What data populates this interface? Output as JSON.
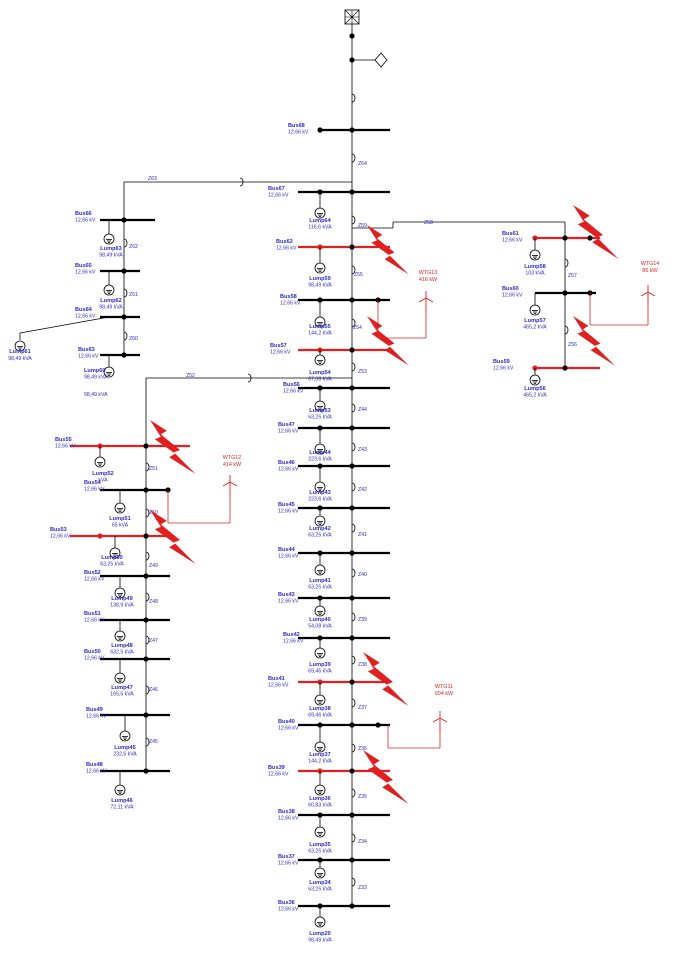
{
  "source": {
    "label": ""
  },
  "buses": [
    {
      "id": "bus68",
      "name": "Bus68",
      "kv": "12,66 kV",
      "red": false
    },
    {
      "id": "bus67",
      "name": "Bus67",
      "kv": "12,66 kV",
      "red": false
    },
    {
      "id": "bus62",
      "name": "Bus62",
      "kv": "12,66 kV",
      "red": true
    },
    {
      "id": "bus58",
      "name": "Bus58",
      "kv": "12,66 kV",
      "red": false
    },
    {
      "id": "bus57",
      "name": "Bus57",
      "kv": "12,66 kV",
      "red": true
    },
    {
      "id": "bus56",
      "name": "Bus56",
      "kv": "12,66 kV",
      "red": false
    },
    {
      "id": "bus47",
      "name": "Bus47",
      "kv": "12,66 kV",
      "red": false
    },
    {
      "id": "bus46",
      "name": "Bus46",
      "kv": "12,66 kV",
      "red": false
    },
    {
      "id": "bus45",
      "name": "Bus45",
      "kv": "12,66 kV",
      "red": false
    },
    {
      "id": "bus44",
      "name": "Bus44",
      "kv": "12,66 kV",
      "red": false
    },
    {
      "id": "bus43",
      "name": "Bus43",
      "kv": "12,66 kV",
      "red": false
    },
    {
      "id": "bus42",
      "name": "Bus42",
      "kv": "12,66 kV",
      "red": false
    },
    {
      "id": "bus41",
      "name": "Bus41",
      "kv": "12,66 kV",
      "red": true
    },
    {
      "id": "bus40",
      "name": "Bus40",
      "kv": "12,66 kV",
      "red": false
    },
    {
      "id": "bus39",
      "name": "Bus39",
      "kv": "12,66 kV",
      "red": true
    },
    {
      "id": "bus38",
      "name": "Bus38",
      "kv": "12,66 kV",
      "red": false
    },
    {
      "id": "bus37",
      "name": "Bus37",
      "kv": "12,66 kV",
      "red": false
    },
    {
      "id": "bus36",
      "name": "Bus36",
      "kv": "12,66 kV",
      "red": false
    },
    {
      "id": "bus66",
      "name": "Bus66",
      "kv": "12,66 kV",
      "red": false
    },
    {
      "id": "bus65",
      "name": "Bus65",
      "kv": "12,66 kV",
      "red": false
    },
    {
      "id": "bus64",
      "name": "Bus64",
      "kv": "12,66 kV",
      "red": false
    },
    {
      "id": "bus63",
      "name": "Bus63",
      "kv": "12,66 kV",
      "red": false
    },
    {
      "id": "bus61",
      "name": "Bus61",
      "kv": "12,66 kV",
      "red": true
    },
    {
      "id": "bus60",
      "name": "Bus60",
      "kv": "12,66 kV",
      "red": false
    },
    {
      "id": "bus59",
      "name": "Bus59",
      "kv": "12,66 kV",
      "red": true
    },
    {
      "id": "bus55",
      "name": "Bus55",
      "kv": "12,66 kV",
      "red": true
    },
    {
      "id": "bus54",
      "name": "Bus54",
      "kv": "12,66 kV",
      "red": false
    },
    {
      "id": "bus53",
      "name": "Bus53",
      "kv": "12,66 kV",
      "red": true
    },
    {
      "id": "bus52",
      "name": "Bus52",
      "kv": "12,66 kV",
      "red": false
    },
    {
      "id": "bus51",
      "name": "Bus51",
      "kv": "12,66 kV",
      "red": false
    },
    {
      "id": "bus50",
      "name": "Bus50",
      "kv": "12,66 kV",
      "red": false
    },
    {
      "id": "bus49",
      "name": "Bus49",
      "kv": "12,66 kV",
      "red": false
    },
    {
      "id": "bus48",
      "name": "Bus48",
      "kv": "12,66 kV",
      "red": false
    }
  ],
  "loads": [
    {
      "id": "lump64",
      "name": "Lump64",
      "kva": "116,6 kVA"
    },
    {
      "id": "lump59",
      "name": "Lump59",
      "kva": "98,49 kVA"
    },
    {
      "id": "lump55",
      "name": "Lump55",
      "kva": "144,2 kVA"
    },
    {
      "id": "lump54",
      "name": "Lump54",
      "kva": "67,08 kVA"
    },
    {
      "id": "lump53",
      "name": "Lump53",
      "kva": "63,25 kVA"
    },
    {
      "id": "lump44",
      "name": "Lump44",
      "kva": "223,6 kVA"
    },
    {
      "id": "lump43",
      "name": "Lump43",
      "kva": "223,6 kVA"
    },
    {
      "id": "lump42",
      "name": "Lump42",
      "kva": "63,25 kVA"
    },
    {
      "id": "lump41",
      "name": "Lump41",
      "kva": "63,25 kVA"
    },
    {
      "id": "lump40",
      "name": "Lump40",
      "kva": "54,08 kVA"
    },
    {
      "id": "lump39",
      "name": "Lump39",
      "kva": "69,46 kVA"
    },
    {
      "id": "lump38",
      "name": "Lump38",
      "kva": "69,46 kVA"
    },
    {
      "id": "lump37",
      "name": "Lump37",
      "kva": "144,2 kVA"
    },
    {
      "id": "lump36",
      "name": "Lump36",
      "kva": "60,83 kVA"
    },
    {
      "id": "lump35",
      "name": "Lump35",
      "kva": "63,25 kVA"
    },
    {
      "id": "lump34",
      "name": "Lump34",
      "kva": "63,25 kVA"
    },
    {
      "id": "lump20",
      "name": "Lump20",
      "kva": "98,49 kVA"
    },
    {
      "id": "lump63",
      "name": "Lump63",
      "kva": "98,49 kVA"
    },
    {
      "id": "lump62",
      "name": "Lump62",
      "kva": "98,49 kVA"
    },
    {
      "id": "lump61",
      "name": "Lump61",
      "kva": "98,49 kVA"
    },
    {
      "id": "lump60",
      "name": "Lump60",
      "kva": "98,49 kVA"
    },
    {
      "id": "lump58",
      "name": "Lump58",
      "kva": "103 kVA"
    },
    {
      "id": "lump57",
      "name": "Lump57",
      "kva": "465,2 kVA"
    },
    {
      "id": "lump56",
      "name": "Lump56",
      "kva": "465,2 kVA"
    },
    {
      "id": "lump52",
      "name": "Lump52",
      "kva": "kVA"
    },
    {
      "id": "lump51",
      "name": "Lump51",
      "kva": "65 kVA"
    },
    {
      "id": "lump50",
      "name": "Lump50",
      "kva": "63,25 kVA"
    },
    {
      "id": "lump49",
      "name": "Lump49",
      "kva": "138,9 kVA"
    },
    {
      "id": "lump48",
      "name": "Lump48",
      "kva": "632,5 kVA"
    },
    {
      "id": "lump47",
      "name": "Lump47",
      "kva": "165,5 kVA"
    },
    {
      "id": "lump45",
      "name": "Lump45",
      "kva": "232,6 kVA"
    },
    {
      "id": "lump46",
      "name": "Lump46",
      "kva": "72,11 kVA"
    }
  ],
  "lines": [
    "Z64",
    "Z63",
    "Z62",
    "Z61",
    "Z60",
    "Z59",
    "Z58",
    "Z57",
    "Z56",
    "Z55",
    "Z54",
    "Z53",
    "Z52",
    "Z51",
    "Z50",
    "Z49",
    "Z48",
    "Z47",
    "Z46",
    "Z45",
    "Z44",
    "Z43",
    "Z42",
    "Z41",
    "Z40",
    "Z39",
    "Z38",
    "Z37",
    "Z36",
    "Z35",
    "Z34",
    "Z33"
  ],
  "wtgs": [
    {
      "id": "wtg13",
      "name": "WTG13",
      "power": "416 kW"
    },
    {
      "id": "wtg14",
      "name": "WTG14",
      "power": "86 kW"
    },
    {
      "id": "wtg12",
      "name": "WTG12",
      "power": "414 kW"
    },
    {
      "id": "wtg11",
      "name": "WTG11",
      "power": "694 kW"
    }
  ],
  "colors": {
    "bus_normal": "#000000",
    "bus_highlight": "#e02020",
    "label": "#2a2ad0",
    "wtg": "#e02020"
  }
}
